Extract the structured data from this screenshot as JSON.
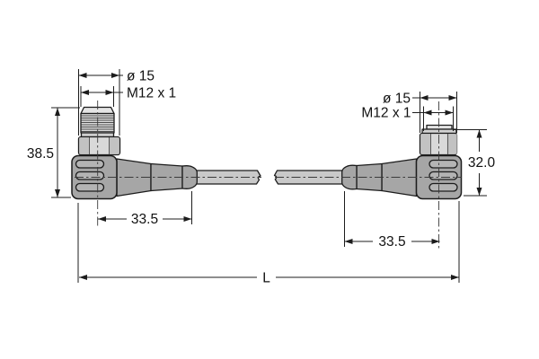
{
  "figure": {
    "type": "technical-drawing",
    "description": "Dimensional drawing of a cordset with right-angle M12 male connector and right-angle M12 female connector joined by a cable of length L",
    "colors": {
      "metal": "#d9d9d9",
      "metal_cap": "#e4e4e4",
      "body": "#a6a6a6",
      "rib": "#b4b4b4",
      "cable": "#c9c9c9",
      "line": "#1c1c1c",
      "background": "#ffffff"
    },
    "left_connector": {
      "diameter_label": "ø 15",
      "thread_label": "M12 x 1",
      "height_label": "38.5",
      "length_label": "33.5"
    },
    "right_connector": {
      "diameter_label": "ø 15",
      "thread_label": "M12 x 1",
      "height_label": "32.0",
      "length_label": "33.5"
    },
    "cable": {
      "overall_length_label": "L"
    }
  }
}
